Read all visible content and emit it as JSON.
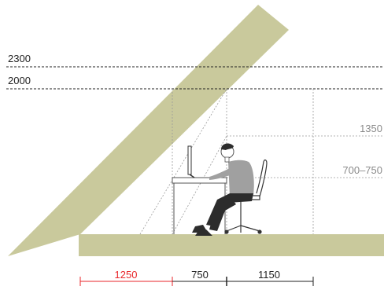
{
  "levels": {
    "h2300": "2300",
    "h2000": "2000",
    "h1350": "1350",
    "h700_750": "700–750"
  },
  "widths": {
    "w1250": "1250",
    "w750": "750",
    "w1150": "1150"
  },
  "colors": {
    "roof": "#c9c99c",
    "accent": "#e8262a",
    "guide": "#9a9a9a",
    "person_top": "#a0a0a0",
    "person_bottom": "#2c2c2c"
  }
}
